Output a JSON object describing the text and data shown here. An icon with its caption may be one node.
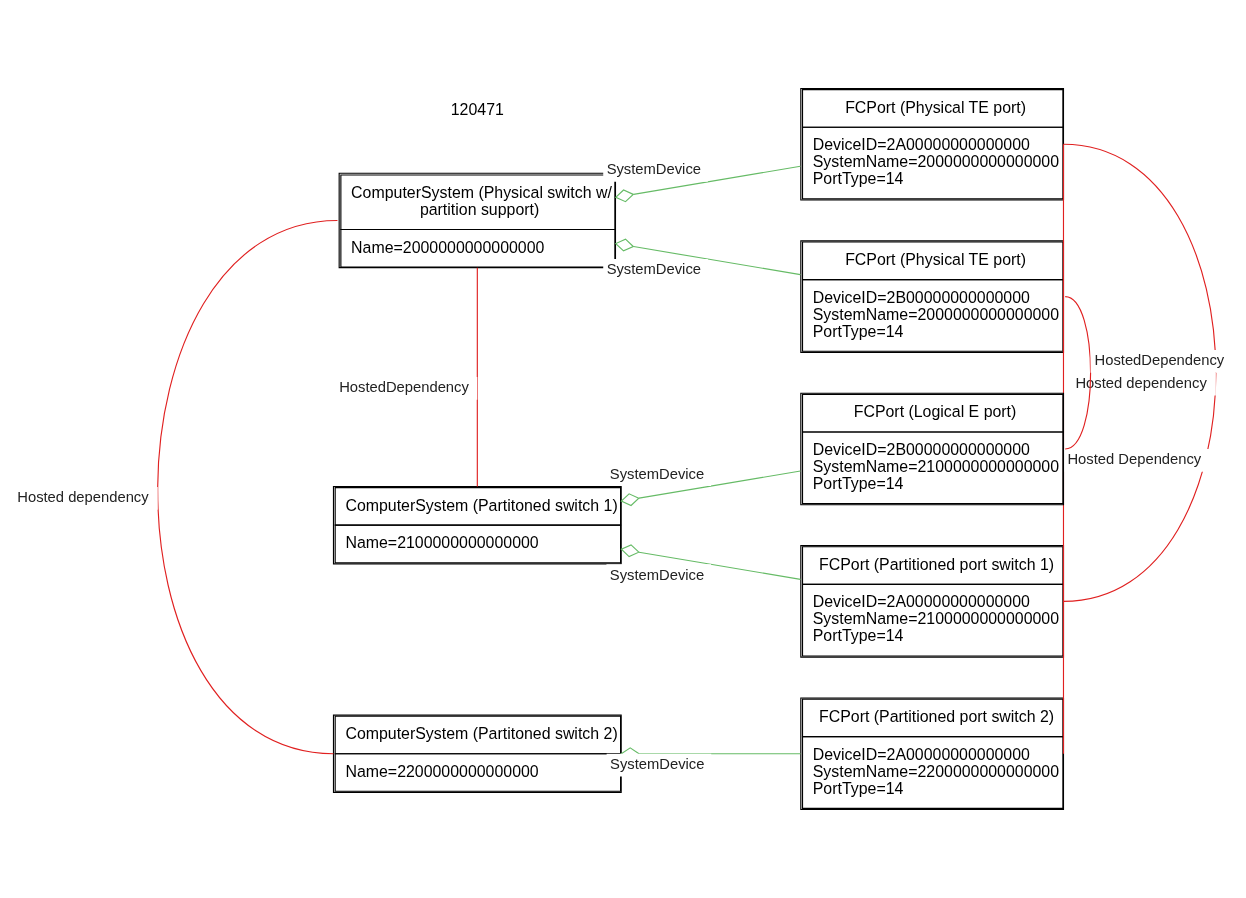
{
  "diagram": {
    "nodes": [
      {
        "text": [
          "ComputerSystem (Physical switch w/ partition support)",
          "Name=2000000000000000"
        ]
      },
      {
        "text": [
          "FCPort (Physical TE port)",
          "DeviceID=2A00000000000000",
          "SystemName=2000000000000000",
          "PortType=14"
        ]
      },
      {
        "text": [
          "FCPort (Physical TE port)",
          "DeviceID=2B00000000000000",
          "SystemName=2000000000000000",
          "PortType=14"
        ]
      },
      {
        "text": [
          "ComputerSystem (Partitoned switch 1)",
          "Name=2100000000000000"
        ]
      },
      {
        "text": [
          "FCPort (Logical E port)",
          "DeviceID=2B00000000000000",
          "SystemName=2100000000000000",
          "PortType=14"
        ]
      },
      {
        "text": [
          "FCPort (Partitioned port switch 1)",
          "DeviceID=2A00000000000000",
          "SystemName=2100000000000000",
          "PortType=14"
        ]
      },
      {
        "text": [
          "ComputerSystem (Partitoned switch 2)",
          "Name=2200000000000000"
        ]
      },
      {
        "text": [
          "FCPort (Partitioned port switch 2)",
          "DeviceID=2A00000000000000",
          "SystemName=2200000000000000",
          "PortType=14"
        ]
      }
    ],
    "edges": [
      {
        "from": 0,
        "to": 1,
        "arrow": "other",
        "label": "SystemDevice",
        "color": "#66bb66"
      },
      {
        "from": 0,
        "to": 2,
        "arrow": "other",
        "label": "SystemDevice",
        "color": "#66bb66"
      },
      {
        "from": 0,
        "to": 3,
        "arrow": "none",
        "label": "HostedDependency",
        "color": "#e02020"
      },
      {
        "from": 2,
        "to": 4,
        "arrow": "none",
        "label": "HostedDependency",
        "color": "#e02020"
      },
      {
        "from": 3,
        "to": 4,
        "arrow": "other",
        "label": "SystemDevice",
        "color": "#66bb66"
      },
      {
        "from": 3,
        "to": 5,
        "arrow": "other",
        "label": "SystemDevice",
        "color": "#66bb66"
      },
      {
        "from": 0,
        "to": 6,
        "arrow": "none",
        "label": "Hosted dependency",
        "color": "#e02020"
      },
      {
        "from": 1,
        "to": 5,
        "arrow": "none",
        "label": "Hosted dependency",
        "color": "#e02020"
      },
      {
        "from": 1,
        "to": 7,
        "arrow": "none",
        "label": "Hosted Dependency",
        "color": "#e02020"
      },
      {
        "from": 6,
        "to": 7,
        "arrow": "other",
        "label": "SystemDevice",
        "color": "#66bb66"
      }
    ],
    "labels": [
      "120471"
    ]
  }
}
